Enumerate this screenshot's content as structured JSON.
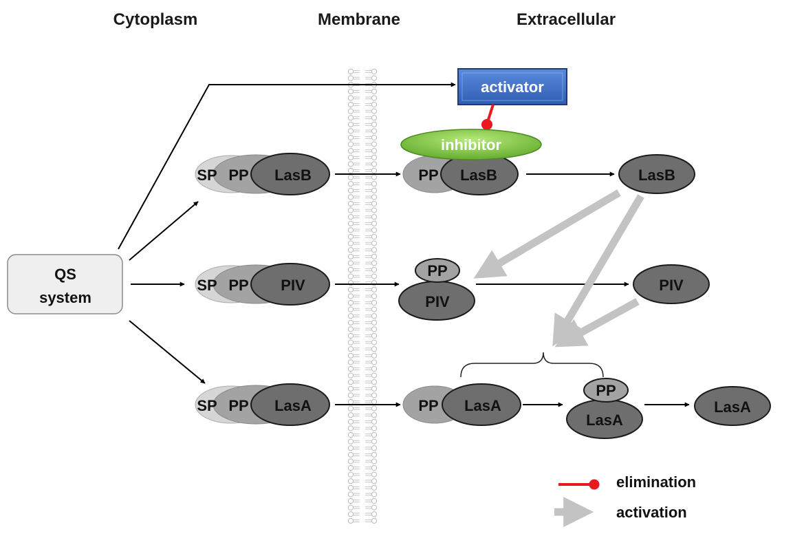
{
  "headers": {
    "cytoplasm": "Cytoplasm",
    "membrane": "Membrane",
    "extracellular": "Extracellular"
  },
  "qs_system": {
    "line1": "QS",
    "line2": "system"
  },
  "activator": "activator",
  "inhibitor": "inhibitor",
  "cytoplasm_complexes": {
    "lasb": {
      "sp": "SP",
      "pp": "PP",
      "enzyme": "LasB"
    },
    "piv": {
      "sp": "SP",
      "pp": "PP",
      "enzyme": "PIV"
    },
    "lasa": {
      "sp": "SP",
      "pp": "PP",
      "enzyme": "LasA"
    }
  },
  "membrane_complexes": {
    "lasb": {
      "pp": "PP",
      "enzyme": "LasB"
    },
    "piv": {
      "pp": "PP",
      "enzyme": "PIV"
    },
    "lasa": {
      "pp": "PP",
      "enzyme": "LasA"
    }
  },
  "lasa_intermediate": {
    "pp": "PP",
    "enzyme": "LasA"
  },
  "mature": {
    "lasb": "LasB",
    "piv": "PIV",
    "lasa": "LasA"
  },
  "legend": {
    "elimination": "elimination",
    "activation": "activation",
    "elimination_color": "#e8191f",
    "activation_color": "#c3c3c3"
  },
  "colors": {
    "enzyme": "#6e6e6e",
    "pp": "#a3a3a3",
    "sp": "#d6d6d6",
    "activator_fill": "#3f6fc9",
    "inhibitor_fill": "#7cc43b",
    "qs_fill": "#efefef"
  }
}
